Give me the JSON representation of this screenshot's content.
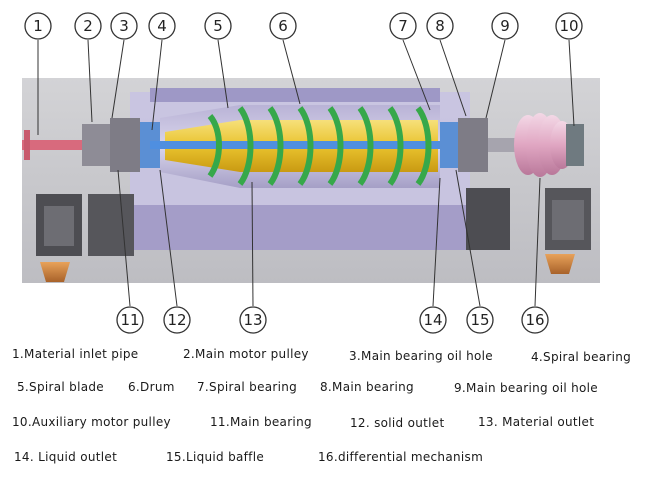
{
  "callouts": [
    "1",
    "2",
    "3",
    "4",
    "5",
    "6",
    "7",
    "8",
    "9",
    "10",
    "11",
    "12",
    "13",
    "14",
    "15",
    "16"
  ],
  "legend": [
    "1.Material inlet pipe",
    "2.Main motor pulley",
    "3.Main bearing oil hole",
    "4.Spiral bearing",
    "5.Spiral blade",
    "6.Drum",
    "7.Spiral bearing",
    "8.Main bearing",
    "9.Main bearing oil hole",
    "10.Auxiliary motor pulley",
    "11.Main bearing",
    "12. solid outlet",
    "13. Material outlet",
    "14. Liquid outlet",
    "15.Liquid baffle",
    "16.differential mechanism"
  ]
}
